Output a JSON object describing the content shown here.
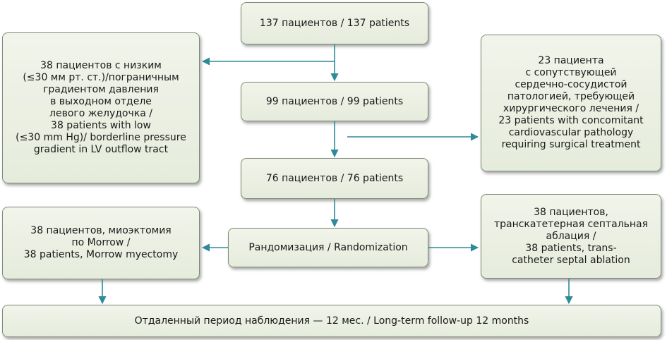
{
  "nodes": {
    "total": "137 пациентов / 137 patients",
    "excluded_low_gradient": "38 пациентов с низким\n(≤30 мм рт. ст.)/пограничным\nградиентом давления\nв выходном отделе\nлевого желудочка /\n38 patients with low\n(≤30 mm Hg)/ borderline pressure\ngradient in LV outflow tract",
    "after_first": "99 пациентов / 99 patients",
    "excluded_cardio": "23 пациента\nс сопутствующей\nсердечно-сосудистой\nпатологией, требующей\nхирургического лечения /\n23 patients with concomitant\ncardiovascular pathology\nrequiring surgical treatment",
    "after_second": "76 пациентов / 76 patients",
    "randomization": "Рандомизация / Randomization",
    "myectomy": "38 пациентов, миоэктомия\nпо Morrow /\n38 patients, Morrow myectomy",
    "ablation": "38 пациентов,\nтранскатетерная септальная\nаблация /\n38 patients, trans-\ncatheter septal ablation",
    "followup": "Отдаленный период наблюдения — 12 мес. / Long-term follow-up 12 months"
  },
  "colors": {
    "arrow": "#2e8a99",
    "box_border": "#7d8a76",
    "box_fill": "#e9eedf"
  }
}
